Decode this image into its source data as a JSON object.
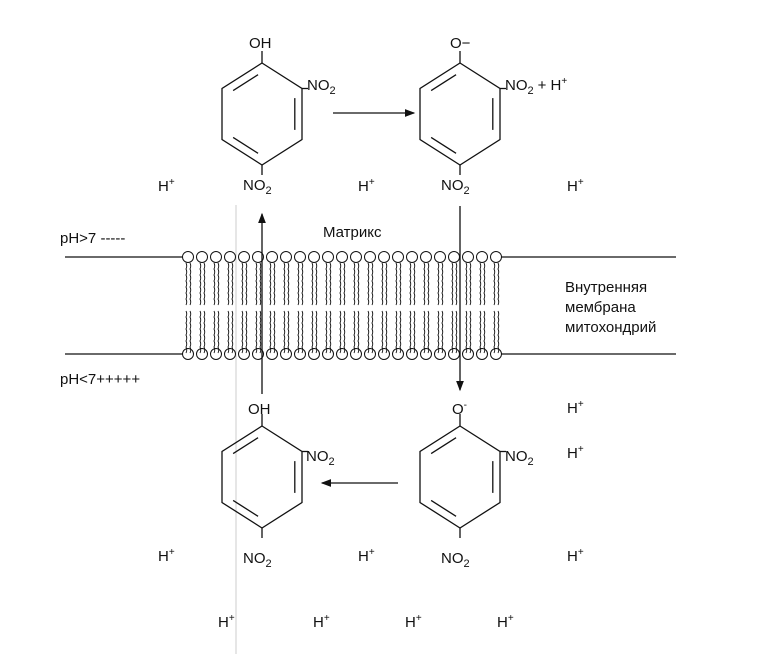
{
  "labels": {
    "oh": "OH",
    "o_minus": "O−",
    "o_minus_small": "O",
    "minus_sup": "-",
    "no2_n": "NO",
    "no2_sub": "2",
    "h": "H",
    "plus": "+",
    "plus_h": "+ H",
    "matrix": "Матрикс",
    "ph_high": "pH>7 -----",
    "ph_low": "pH<7+++++",
    "membrane_line1": "Внутренняя",
    "membrane_line2": "мембрана",
    "membrane_line3": "митохондрий"
  }
}
